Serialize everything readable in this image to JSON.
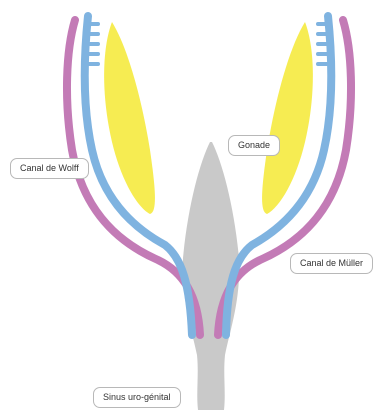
{
  "labels": {
    "wolff": "Canal de Wolff",
    "gonade": "Gonade",
    "muller": "Canal de Müller",
    "sinus": "Sinus uro-génital"
  },
  "colors": {
    "wolff_duct": "#7fb3e0",
    "muller_duct": "#c37bb6",
    "gonad": "#f6ec52",
    "sinus": "#c9c9c9",
    "label_border": "#b8b8b8",
    "label_text": "#333333"
  }
}
